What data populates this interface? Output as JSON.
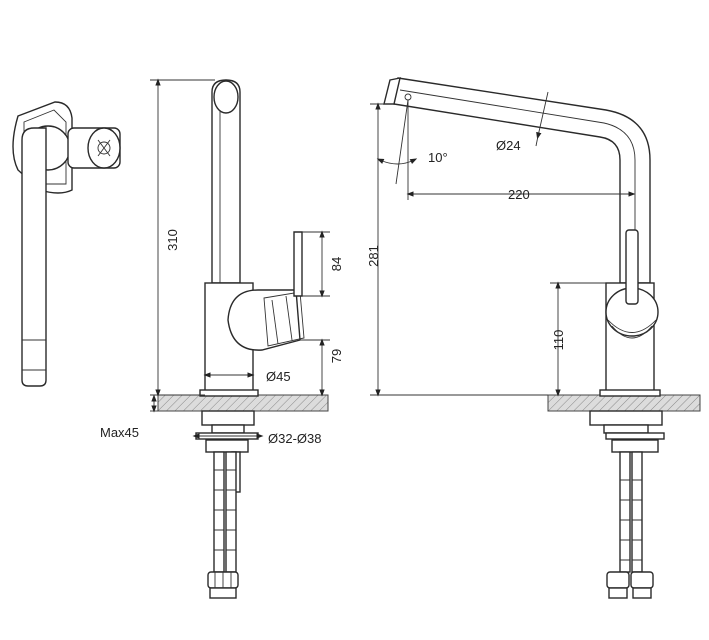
{
  "dimensions": {
    "front_height": "310",
    "lever_height": "84",
    "base_to_lever": "79",
    "body_diameter": "Ø45",
    "max_thickness": "Max45",
    "mount_hole": "Ø32-Ø38",
    "side_height": "281",
    "spout_diameter": "Ø24",
    "spout_angle": "10°",
    "spout_reach": "220",
    "side_base_to_lever": "110"
  },
  "colors": {
    "line": "#2a2a2a",
    "hatch_fill": "#d9d9d9",
    "background": "#ffffff"
  }
}
